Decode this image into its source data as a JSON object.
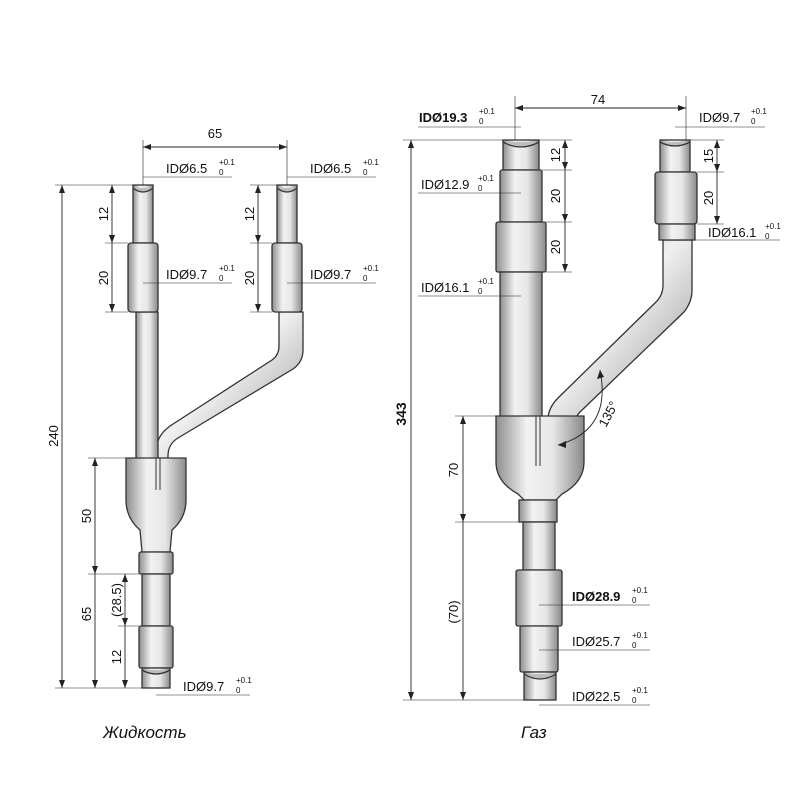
{
  "colors": {
    "pipe_dark": "#8e8e8e",
    "pipe_light": "#f2f2f2",
    "line": "#222222"
  },
  "liquid": {
    "caption": "Жидкость",
    "dims": {
      "top_span": "65",
      "total": "240",
      "len_12_left": "12",
      "len_20_left": "20",
      "len_12_right": "12",
      "len_20_right": "20",
      "len_50": "50",
      "len_65": "65",
      "len_28_5": "(28.5)",
      "len_12_bottom": "12"
    },
    "ids": {
      "top_left": "IDØ6.5",
      "top_right": "IDØ6.5",
      "mid_left": "IDØ9.7",
      "mid_right": "IDØ9.7",
      "bottom": "IDØ9.7"
    }
  },
  "gas": {
    "caption": "Газ",
    "dims": {
      "top_span": "74",
      "total": "343",
      "len_12": "12",
      "len_20_a": "20",
      "len_20_b": "20",
      "len_15": "15",
      "len_20_right": "20",
      "angle": "135°",
      "len_70": "70",
      "len_70_paren": "(70)"
    },
    "ids": {
      "top_left": "IDØ19.3",
      "top_right": "IDØ9.7",
      "step_1": "IDØ12.9",
      "step_2": "IDØ16.1",
      "right_step": "IDØ16.1",
      "bottom_1": "IDØ28.9",
      "bottom_2": "IDØ25.7",
      "bottom_3": "IDØ22.5"
    }
  },
  "tolerance": {
    "plus": "+0.1",
    "zero": "0"
  }
}
